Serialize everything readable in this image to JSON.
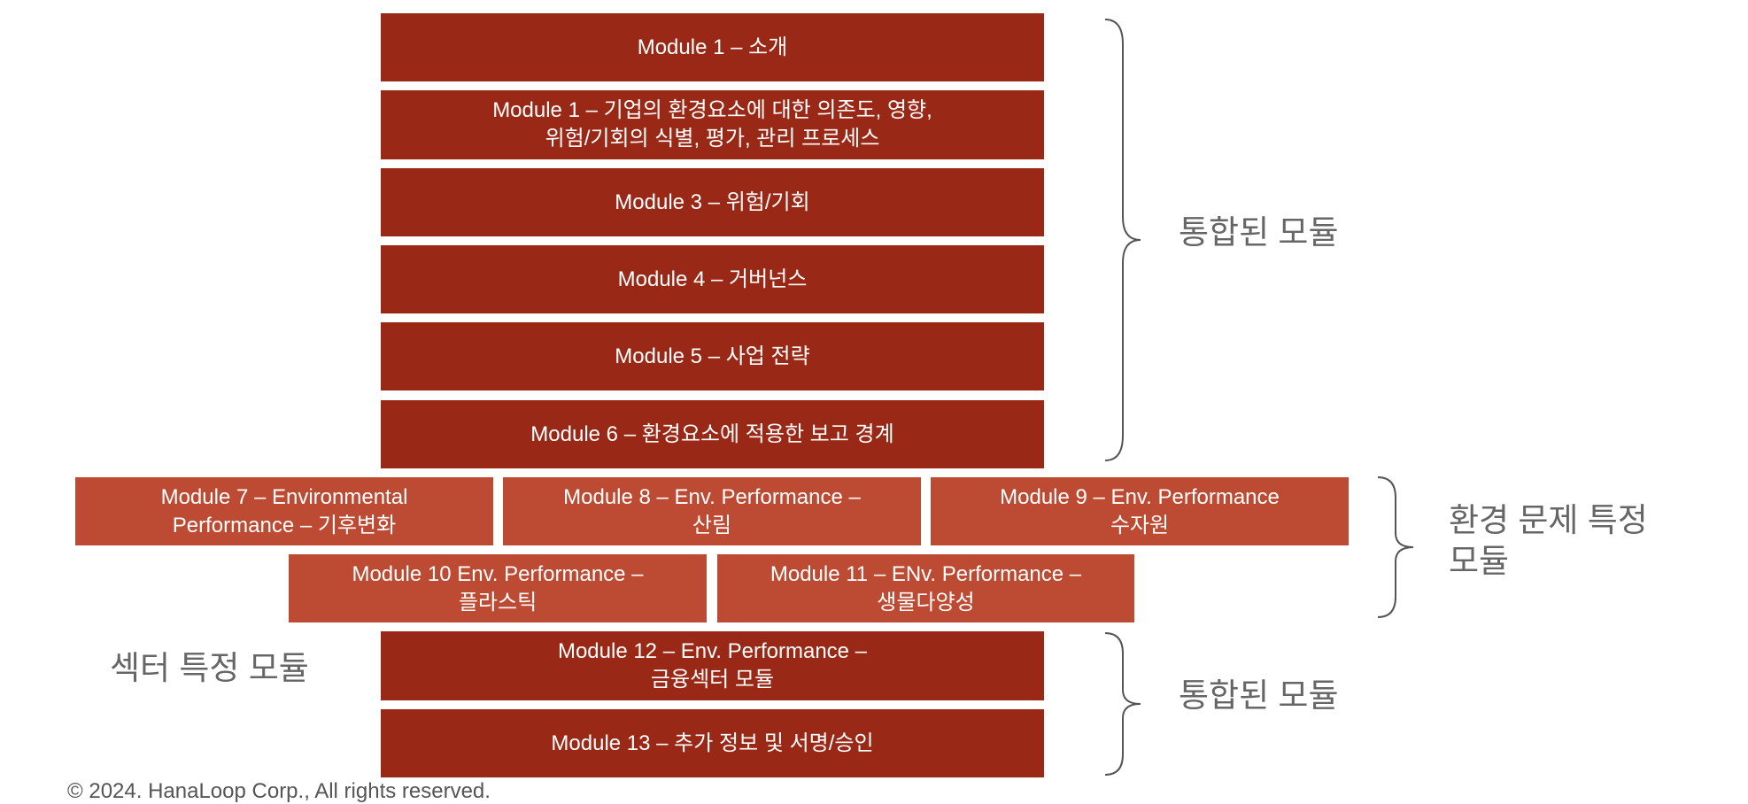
{
  "modules": {
    "m1": "Module 1 – 소개",
    "m2": "Module 1 – 기업의 환경요소에 대한 의존도, 영향,\n위험/기회의 식별, 평가, 관리 프로세스",
    "m3": "Module 3 – 위험/기회",
    "m4": "Module 4 – 거버넌스",
    "m5": "Module 5 – 사업 전략",
    "m6": "Module 6 – 환경요소에 적용한 보고 경계",
    "m7": "Module 7 – Environmental\nPerformance – 기후변화",
    "m8": "Module 8 – Env. Performance –\n산림",
    "m9": "Module 9 – Env. Performance\n수자원",
    "m10": "Module 10 Env. Performance –\n플라스틱",
    "m11": "Module 11 – ENv. Performance –\n생물다양성",
    "m12": "Module 12 – Env. Performance –\n금융섹터 모듈",
    "m13": "Module 13 – 추가 정보 및 서명/승인"
  },
  "labels": {
    "integrated_top": "통합된 모듈",
    "env_specific": "환경 문제 특정\n모듈",
    "sector_specific": "섹터 특정 모듈",
    "integrated_bottom": "통합된 모듈"
  },
  "footer": {
    "copyright": "© 2024. HanaLoop Corp., All rights reserved."
  },
  "colors": {
    "dark": "#992916",
    "light": "#BD4B33",
    "label": "#666666"
  }
}
